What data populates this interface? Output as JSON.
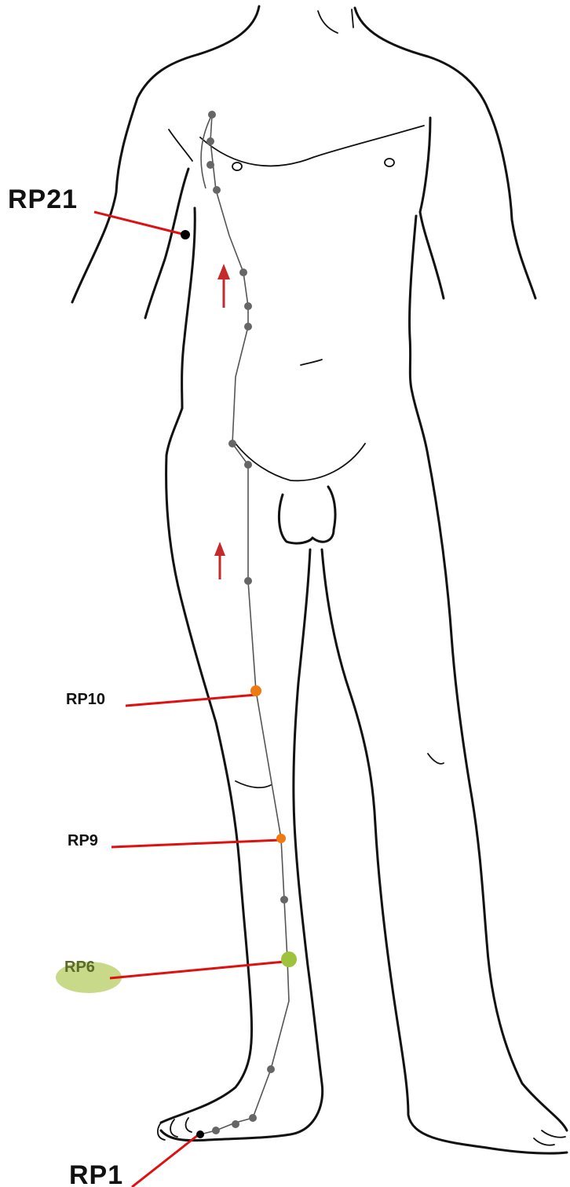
{
  "labels": {
    "rp21": "RP21",
    "rp10": "RP10",
    "rp9": "RP9",
    "rp6": "RP6",
    "rp1": "RP1"
  },
  "colors": {
    "outline": "#111111",
    "meridian": "#555555",
    "point": "#666666",
    "leader": "#e01010",
    "rp10_point": "#f07a12",
    "rp9_point": "#f07a12",
    "rp6_point": "#9ec23c",
    "rp6_highlight": "#c9d98a",
    "rp21_point": "#000000",
    "rp1_point": "#000000",
    "arrow": "#c42a2a"
  }
}
